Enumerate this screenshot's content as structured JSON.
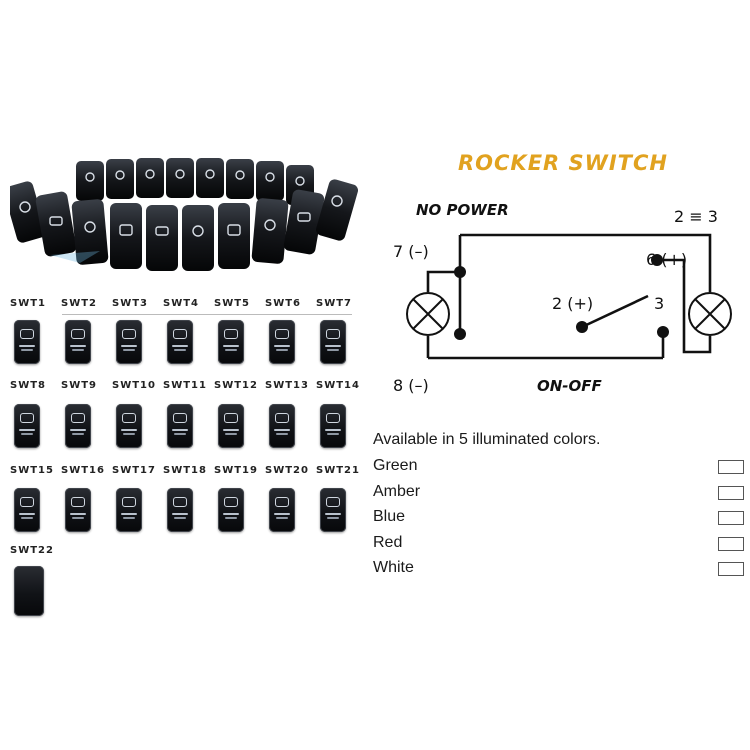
{
  "diagram": {
    "title": "ROCKER SWITCH",
    "no_power": "NO POWER",
    "on_off": "ON-OFF",
    "terminals": {
      "t2eq3": "2 ≡ 3",
      "t7": "7 (–)",
      "t6": "6 (+)",
      "t2": "2 (+)",
      "t3": "3",
      "t8": "8 (–)"
    },
    "colors": {
      "wire": "#111111",
      "title": "#e1a21f"
    }
  },
  "catalog": {
    "switches": [
      {
        "label": "SWT1",
        "icon": "power-icon"
      },
      {
        "label": "SWT2",
        "icon": "off-road-lights-icon"
      },
      {
        "label": "SWT3",
        "icon": "skull-icon"
      },
      {
        "label": "SWT4",
        "icon": "fog-lights-icon"
      },
      {
        "label": "SWT5",
        "icon": "radiation-icon"
      },
      {
        "label": "SWT6",
        "icon": "jeep-grille-icon"
      },
      {
        "label": "SWT7",
        "icon": "headlights-icon"
      },
      {
        "label": "SWT8",
        "icon": "winch-icon"
      },
      {
        "label": "SWT9",
        "icon": "bumper-icon"
      },
      {
        "label": "SWT10",
        "icon": "compressor-icon"
      },
      {
        "label": "SWT11",
        "icon": "bigfoot-icon"
      },
      {
        "label": "SWT12",
        "icon": "winch-icon"
      },
      {
        "label": "SWT13",
        "icon": "reverse-icon"
      },
      {
        "label": "SWT14",
        "icon": "fist-icon"
      },
      {
        "label": "SWT15",
        "icon": "hazard-icon"
      },
      {
        "label": "SWT16",
        "icon": "spot-lights-icon"
      },
      {
        "label": "SWT17",
        "icon": "seat-heater-icon"
      },
      {
        "label": "SWT18",
        "icon": "battery-icon"
      },
      {
        "label": "SWT19",
        "icon": "radiation-icon"
      },
      {
        "label": "SWT20",
        "icon": "rock-lights-icon"
      },
      {
        "label": "SWT21",
        "icon": "light-bar-icon"
      },
      {
        "label": "SWT22",
        "icon": "blank-switch-icon"
      }
    ]
  },
  "availability": {
    "heading": "Available in 5 illuminated colors.",
    "colors": [
      "Green",
      "Amber",
      "Blue",
      "Red",
      "White"
    ]
  }
}
